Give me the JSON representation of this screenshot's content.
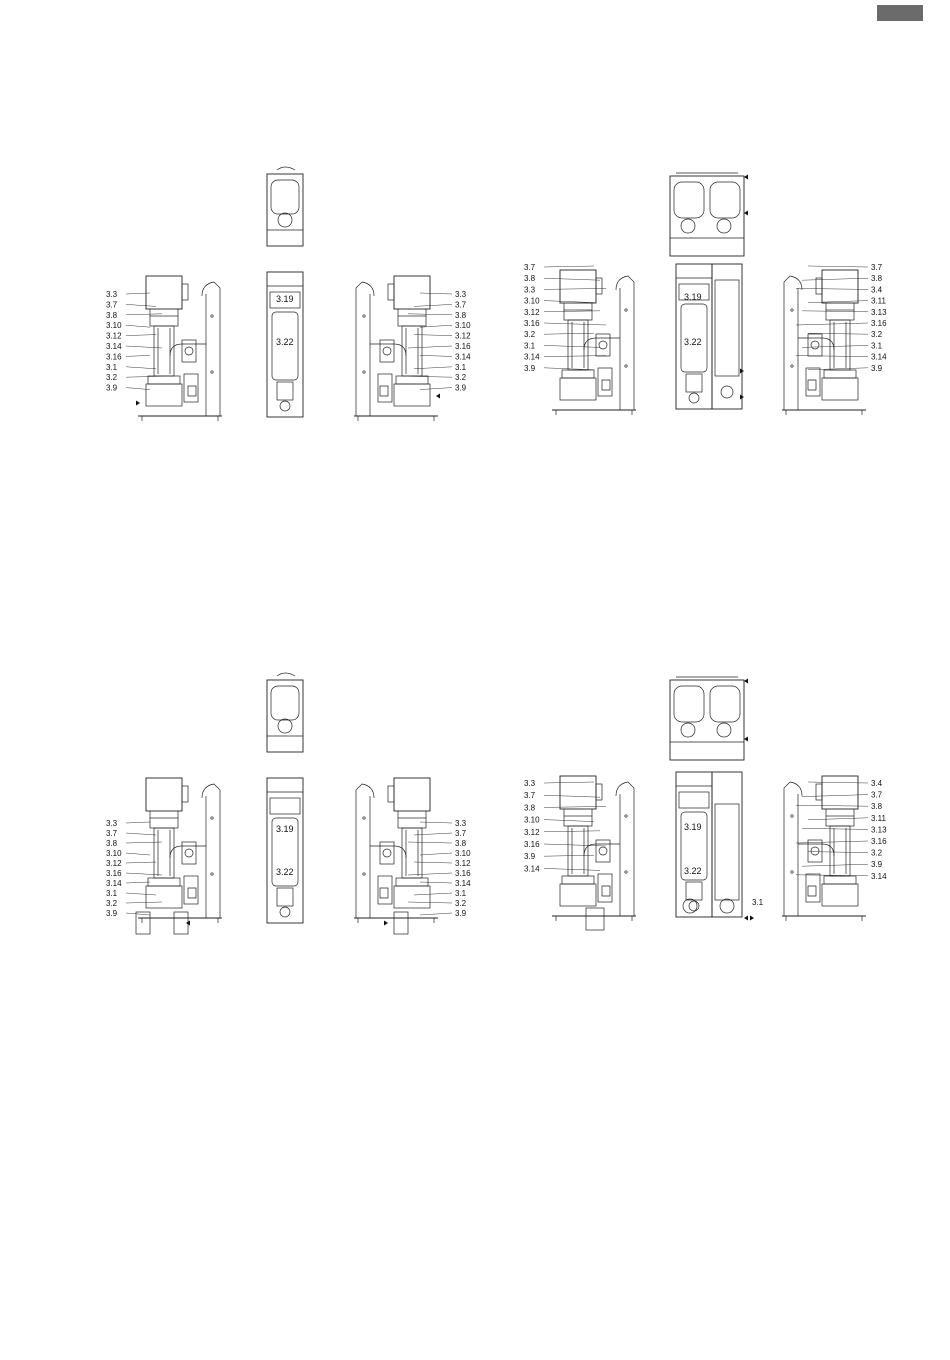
{
  "colors": {
    "line": "#222222",
    "tab": "#6b6b6b",
    "background": "#ffffff"
  },
  "fig1": {
    "top_view_callout": "",
    "tank_labels": [
      "3.19",
      "3.22"
    ],
    "left_labels": [
      "3.3",
      "3.7",
      "3.8",
      "3.10",
      "3.12",
      "3.14",
      "3.16",
      "3.1",
      "3.2",
      "3.9"
    ],
    "right_labels": [
      "3.3",
      "3.7",
      "3.8",
      "3.10",
      "3.12",
      "3.16",
      "3.14",
      "3.1",
      "3.2",
      "3.9"
    ]
  },
  "fig2": {
    "tank_labels": [
      "3.19",
      "3.22"
    ],
    "left_labels": [
      "3.7",
      "3.8",
      "3.3",
      "3.10",
      "3.12",
      "3.16",
      "3.2",
      "3.1",
      "3.14",
      "3.9"
    ],
    "right_labels": [
      "3.7",
      "3.8",
      "3.4",
      "3.11",
      "3.13",
      "3.16",
      "3.2",
      "3.1",
      "3.14",
      "3.9"
    ]
  },
  "fig3": {
    "tank_labels": [
      "3.19",
      "3.22"
    ],
    "left_labels": [
      "3.3",
      "3.7",
      "3.8",
      "3.10",
      "3.12",
      "3.16",
      "3.14",
      "3.1",
      "3.2",
      "3.9"
    ],
    "right_labels": [
      "3.3",
      "3.7",
      "3.8",
      "3.10",
      "3.12",
      "3.16",
      "3.14",
      "3.1",
      "3.2",
      "3.9"
    ]
  },
  "fig4": {
    "tank_labels": [
      "3.19",
      "3.22"
    ],
    "mid_label": "3.1",
    "left_labels": [
      "3.3",
      "3.7",
      "3.8",
      "3.10",
      "3.12",
      "3.16",
      "3.9",
      "3.14"
    ],
    "right_labels": [
      "3.4",
      "3.7",
      "3.8",
      "3.11",
      "3.13",
      "3.16",
      "3.2",
      "3.9",
      "3.14"
    ]
  }
}
